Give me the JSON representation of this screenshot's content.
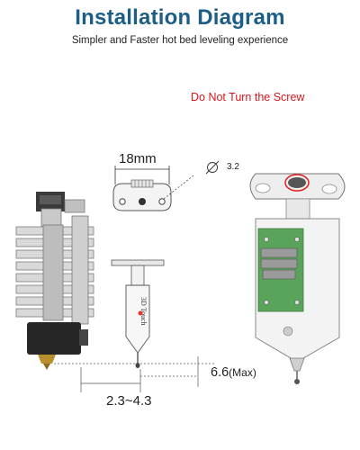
{
  "header": {
    "title": "Installation Diagram",
    "subtitle": "Simpler and Faster hot bed leveling experience"
  },
  "callouts": {
    "warning": "Do Not Turn the Screw",
    "warning_color": "#d8161b"
  },
  "dimensions": {
    "mount_width": "18mm",
    "hole_diameter_symbol": "∅",
    "hole_diameter": "3.2",
    "probe_offset": "6.6",
    "probe_offset_suffix": "(Max)",
    "nozzle_gap": "2.3~4.3"
  },
  "probe": {
    "brand_label": "3D Touch"
  },
  "colors": {
    "title": "#1c5e86",
    "pcb_green": "#5aa35a"
  }
}
